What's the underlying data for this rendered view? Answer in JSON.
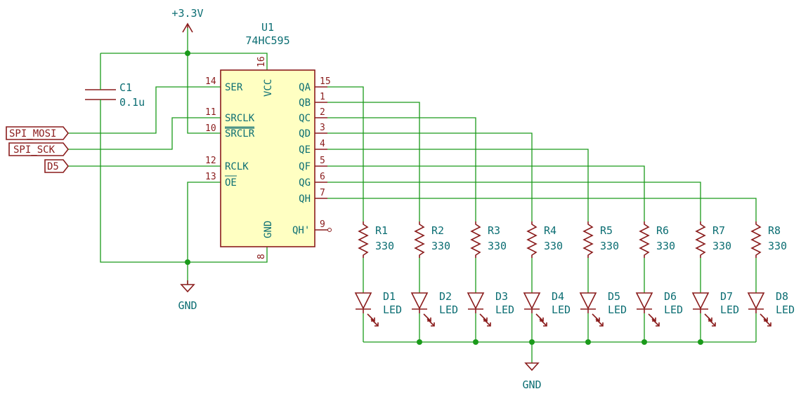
{
  "power": {
    "vcc_label": "+3.3V",
    "gnd_left": "GND",
    "gnd_bottom": "GND"
  },
  "u1": {
    "ref": "U1",
    "value": "74HC595",
    "left_pins": [
      {
        "num": "14",
        "name": "SER"
      },
      {
        "num": "11",
        "name": "SRCLK"
      },
      {
        "num": "10",
        "name": "SRCLR"
      },
      {
        "num": "12",
        "name": "RCLK"
      },
      {
        "num": "13",
        "name": "OE"
      }
    ],
    "right_pins": [
      {
        "num": "15",
        "name": "QA"
      },
      {
        "num": "1",
        "name": "QB"
      },
      {
        "num": "2",
        "name": "QC"
      },
      {
        "num": "3",
        "name": "QD"
      },
      {
        "num": "4",
        "name": "QE"
      },
      {
        "num": "5",
        "name": "QF"
      },
      {
        "num": "6",
        "name": "QG"
      },
      {
        "num": "7",
        "name": "QH"
      }
    ],
    "vcc_pin": {
      "num": "16",
      "name": "VCC"
    },
    "gnd_pin": {
      "num": "8",
      "name": "GND"
    },
    "qhp_pin": {
      "num": "9",
      "name": "QH'"
    }
  },
  "c1": {
    "ref": "C1",
    "value": "0.1u"
  },
  "labels": [
    "SPI_MOSI",
    "SPI_SCK",
    "D5"
  ],
  "resistors": [
    {
      "ref": "R1",
      "value": "330"
    },
    {
      "ref": "R2",
      "value": "330"
    },
    {
      "ref": "R3",
      "value": "330"
    },
    {
      "ref": "R4",
      "value": "330"
    },
    {
      "ref": "R5",
      "value": "330"
    },
    {
      "ref": "R6",
      "value": "330"
    },
    {
      "ref": "R7",
      "value": "330"
    },
    {
      "ref": "R8",
      "value": "330"
    }
  ],
  "leds": [
    {
      "ref": "D1",
      "value": "LED"
    },
    {
      "ref": "D2",
      "value": "LED"
    },
    {
      "ref": "D3",
      "value": "LED"
    },
    {
      "ref": "D4",
      "value": "LED"
    },
    {
      "ref": "D5",
      "value": "LED"
    },
    {
      "ref": "D6",
      "value": "LED"
    },
    {
      "ref": "D7",
      "value": "LED"
    },
    {
      "ref": "D8",
      "value": "LED"
    }
  ],
  "colors": {
    "wire": "#1a9a1a",
    "symbol": "#8a1c1c",
    "ic_fill": "#ffffc2",
    "text": "#0c6e73"
  }
}
